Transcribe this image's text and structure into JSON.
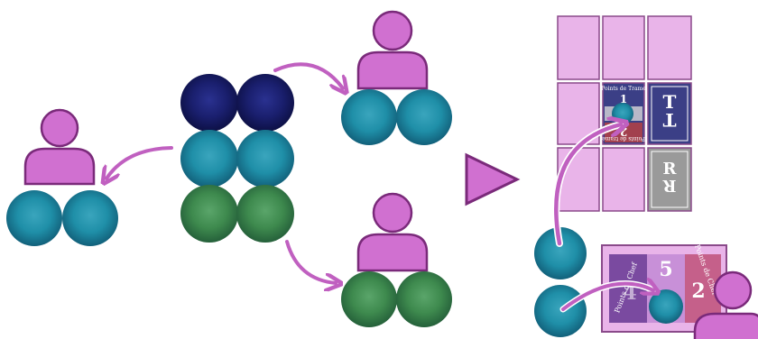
{
  "colors": {
    "player": "#d070d0",
    "player_stroke": "#7a2a7a",
    "arrow": "#c060c0",
    "token_navy": "#1a1f6e",
    "token_teal": "#1f8fa8",
    "token_green": "#3e8a4e",
    "grid_cell": "#e9b4e9",
    "grid_stroke": "#8a4a8a",
    "card_navy": "#3b3f86",
    "card_grey": "#9a9a9a",
    "card_red": "#a2404e",
    "card_purple": "#7a4aa0",
    "card_pink": "#c5608a"
  },
  "pool_tokens": [
    "navy",
    "navy",
    "teal",
    "teal",
    "green",
    "green"
  ],
  "players": [
    {
      "id": "left",
      "tokens": [
        "teal",
        "teal"
      ]
    },
    {
      "id": "top",
      "tokens": [
        "teal",
        "teal"
      ]
    },
    {
      "id": "bottom",
      "tokens": [
        "green",
        "green"
      ]
    }
  ],
  "cards": {
    "points_card": {
      "top_text": "Points de Trame",
      "bottom_text": "Points de trame",
      "top_number": "1",
      "bottom_number": "2"
    },
    "navy_card": {
      "letter_top": "T",
      "letter_bottom": "T"
    },
    "grey_card": {
      "letter_top": "R",
      "letter_bottom": "R"
    },
    "player_card": {
      "left_text": "Points de Chef",
      "left_number": "4",
      "middle_number": "5",
      "right_text": "Points de Chef",
      "right_number": "2"
    }
  }
}
